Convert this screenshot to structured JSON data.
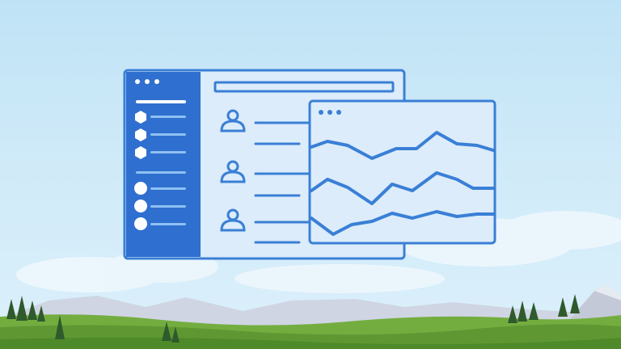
{
  "colors": {
    "sky_top": "#bfe3f6",
    "sky_bottom": "#dcf0fb",
    "accent_blue": "#3a7fd6",
    "panel_fill": "#dcecfa",
    "sidebar_blue": "#2f6fcf",
    "hill_green": "#6aa339",
    "hill_dark": "#4f8a2a",
    "mountain": "#c9cfdc",
    "tree_dark": "#2f5a2c"
  },
  "illustration": {
    "sidebar": {
      "hex_items": 3,
      "circle_items": 3
    },
    "user_rows": 3,
    "chart_series": 3
  }
}
